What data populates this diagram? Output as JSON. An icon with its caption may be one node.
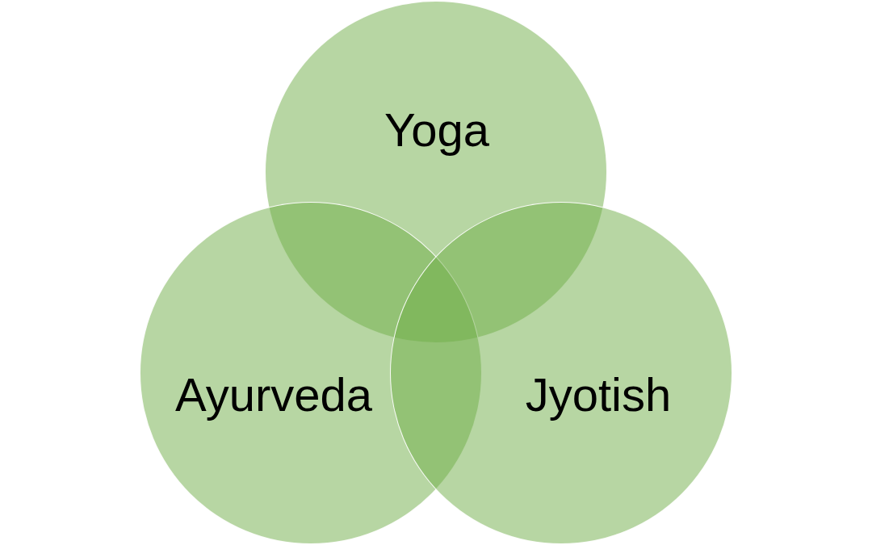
{
  "diagram": {
    "nodes": [
      {
        "text": [
          "Yoga"
        ]
      },
      {
        "text": [
          "Ayurveda"
        ]
      },
      {
        "text": [
          "Jyotish"
        ]
      }
    ]
  }
}
